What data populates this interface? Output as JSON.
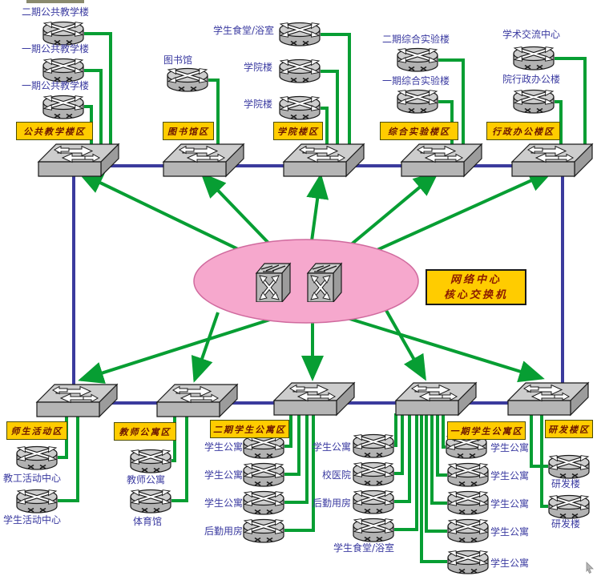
{
  "diagram": {
    "center": {
      "title": "网络中心",
      "subtitle": "核心交换机"
    },
    "zones_top": [
      {
        "zone_label": "公共教学楼区",
        "buildings": [
          "二期公共教学楼",
          "一期公共教学楼",
          "一期公共教学楼"
        ]
      },
      {
        "zone_label": "图书馆区",
        "buildings": [
          "图书馆"
        ]
      },
      {
        "zone_label": "学院楼区",
        "buildings": [
          "学生食堂/浴室",
          "学院楼",
          "学院楼"
        ]
      },
      {
        "zone_label": "综合实验楼区",
        "buildings": [
          "二期综合实验楼",
          "一期综合实验楼"
        ]
      },
      {
        "zone_label": "行政办公楼区",
        "buildings": [
          "学术交流中心",
          "院行政办公楼"
        ]
      }
    ],
    "zones_bottom": [
      {
        "zone_label": "师生活动区",
        "buildings": [
          "教工活动中心",
          "学生活动中心"
        ]
      },
      {
        "zone_label": "教师公寓区",
        "buildings": [
          "教师公寓",
          "体育馆"
        ]
      },
      {
        "zone_label": "二期学生公寓区",
        "buildings": [
          "学生公寓",
          "学生公寓",
          "学生公寓",
          "后勤用房"
        ]
      },
      {
        "zone_label": "一期学生公寓区",
        "buildings_left": [
          "学生公寓",
          "校医院",
          "后勤用房",
          "学生食堂/浴室"
        ],
        "buildings_right": [
          "学生公寓",
          "学生公寓",
          "学生公寓",
          "学生公寓",
          "学生公寓"
        ]
      },
      {
        "zone_label": "研发楼区",
        "buildings": [
          "研发楼",
          "研发楼"
        ]
      }
    ],
    "colors": {
      "ellipse_pink": "#f6a8cd",
      "link_green": "#079e33",
      "backbone_blue": "#3b3b9d",
      "zone_label_bg": "#ffcc00",
      "zone_label_text": "#6b1400",
      "building_text": "#3a3aa0"
    }
  }
}
